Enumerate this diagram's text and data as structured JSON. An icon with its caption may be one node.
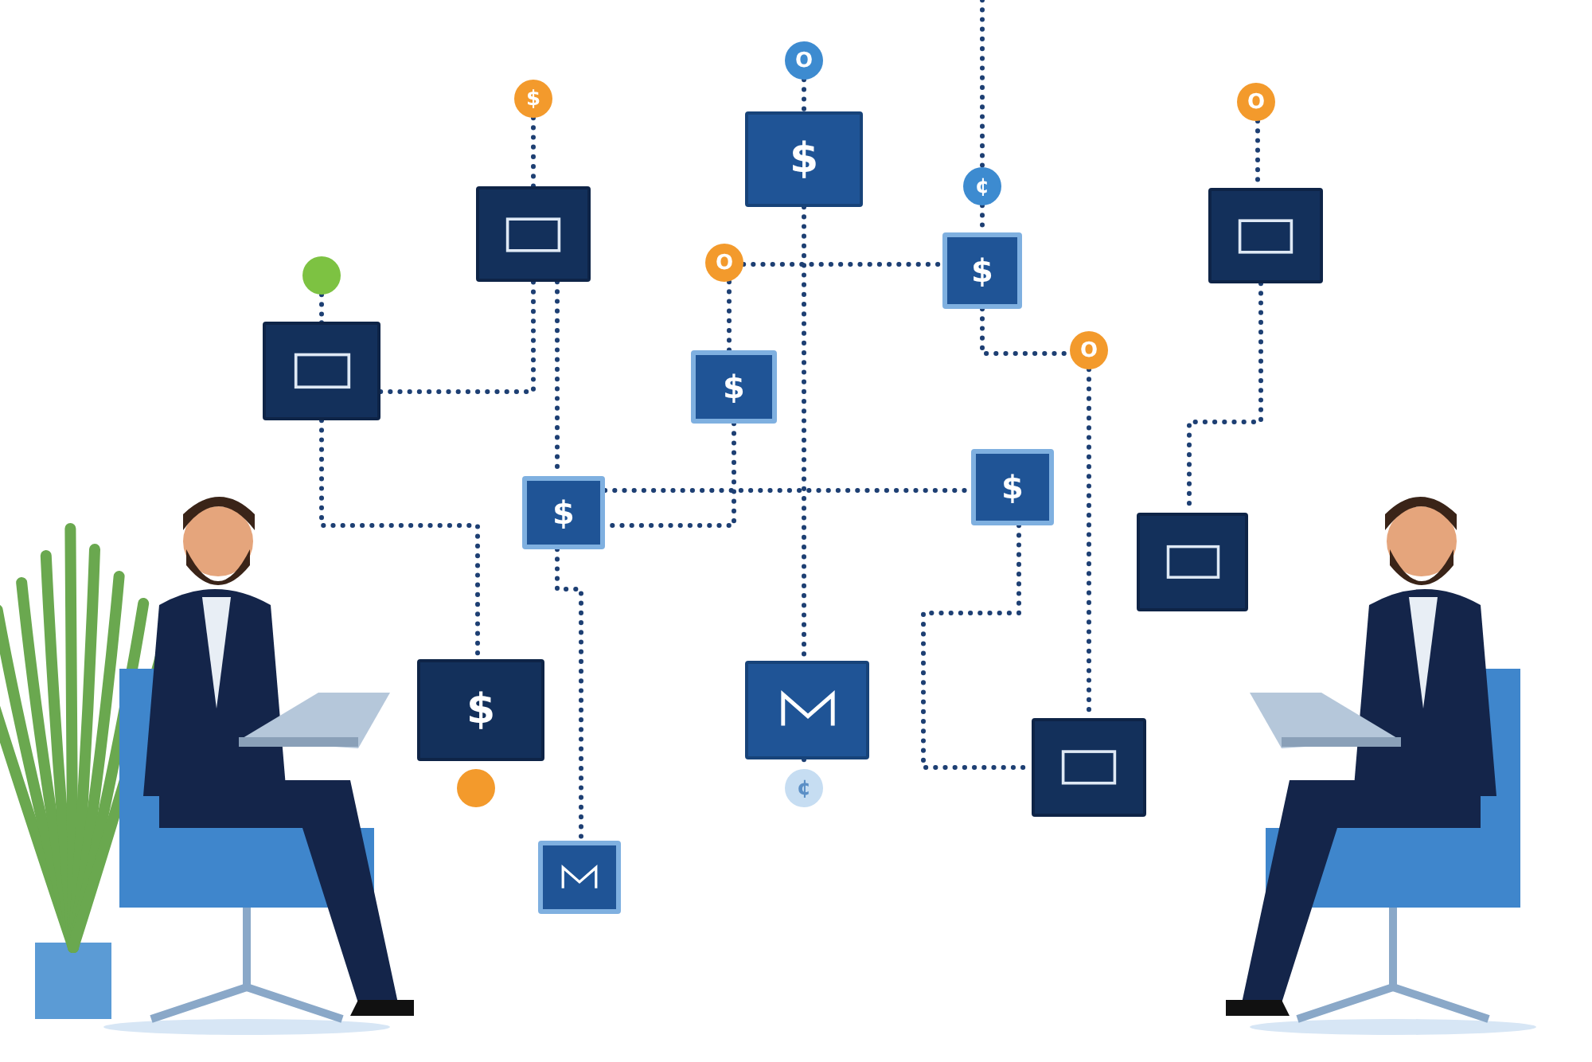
{
  "diagram": {
    "nodes": [
      {
        "text": [
          "$"
        ]
      },
      {
        "text": [],
        "shape": "box"
      },
      {
        "text": [],
        "shape": "circle"
      },
      {
        "text": [],
        "shape": "box"
      },
      {
        "text": [
          "O"
        ]
      },
      {
        "text": [
          "$"
        ]
      },
      {
        "text": [
          "¢"
        ]
      },
      {
        "text": [
          "O"
        ]
      },
      {
        "text": [
          "$"
        ]
      },
      {
        "text": [
          "$"
        ]
      },
      {
        "text": [
          "O"
        ]
      },
      {
        "text": [
          "O"
        ]
      },
      {
        "text": [],
        "shape": "box"
      },
      {
        "text": [
          "$"
        ]
      },
      {
        "text": [
          "$"
        ]
      },
      {
        "text": [],
        "shape": "box"
      },
      {
        "text": [
          "$"
        ]
      },
      {
        "text": [],
        "shape": "circle"
      },
      {
        "text": [],
        "shape": "box"
      },
      {
        "text": [
          "¢"
        ]
      },
      {
        "text": [],
        "shape": "box"
      },
      {
        "text": [],
        "shape": "box"
      }
    ],
    "edges": [
      {
        "from": 0,
        "to": 1,
        "arrow": "none"
      },
      {
        "from": 2,
        "to": 3,
        "arrow": "none"
      },
      {
        "from": 3,
        "to": 1,
        "arrow": "none"
      },
      {
        "from": 1,
        "to": 13,
        "arrow": "none"
      },
      {
        "from": 3,
        "to": 16,
        "arrow": "none"
      },
      {
        "from": 4,
        "to": 5,
        "arrow": "none"
      },
      {
        "from": 7,
        "to": 9,
        "arrow": "none"
      },
      {
        "from": 7,
        "to": 8,
        "arrow": "none"
      },
      {
        "from": 5,
        "to": 18,
        "arrow": "none"
      },
      {
        "from": 6,
        "to": 8,
        "arrow": "none"
      },
      {
        "from": 8,
        "to": 10,
        "arrow": "none"
      },
      {
        "from": 10,
        "to": 20,
        "arrow": "none"
      },
      {
        "from": 11,
        "to": 12,
        "arrow": "none"
      },
      {
        "from": 12,
        "to": 15,
        "arrow": "none"
      },
      {
        "from": 13,
        "to": 14,
        "arrow": "none"
      },
      {
        "from": 9,
        "to": 13,
        "arrow": "none"
      },
      {
        "from": 13,
        "to": 21,
        "arrow": "none"
      },
      {
        "from": 14,
        "to": 20,
        "arrow": "none"
      },
      {
        "from": 18,
        "to": 19,
        "arrow": "none"
      },
      {
        "from": null,
        "to": 6,
        "arrow": "none"
      }
    ]
  }
}
